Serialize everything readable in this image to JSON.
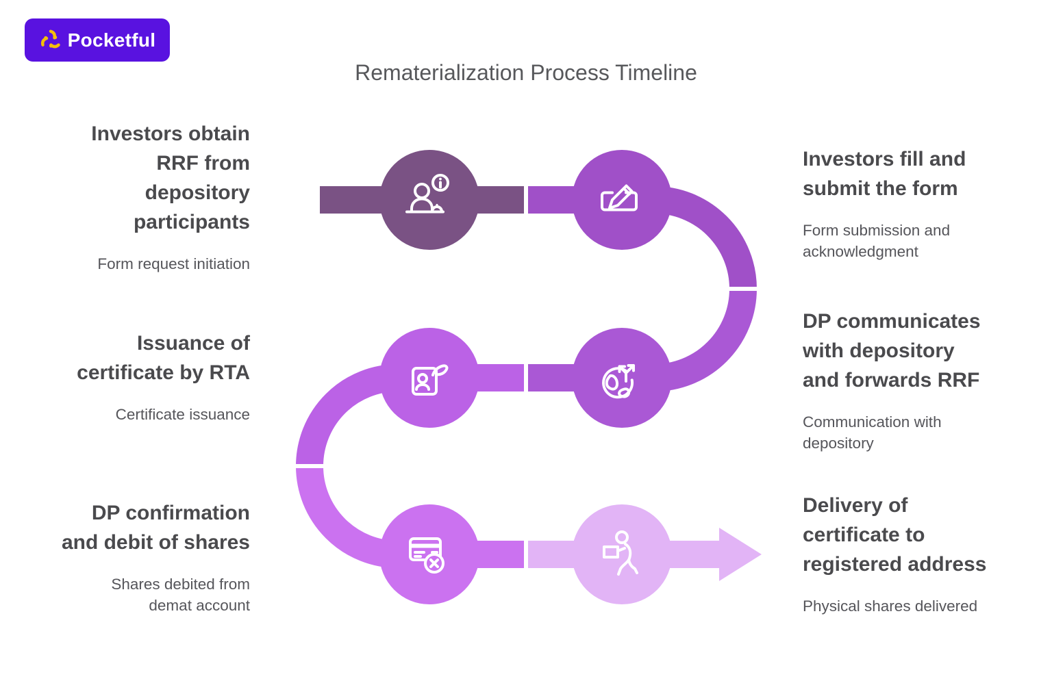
{
  "logo": {
    "text": "Pocketful",
    "bg_color": "#5912E0",
    "icon_color": "#F5BE0B"
  },
  "title": "Rematerialization Process Timeline",
  "steps": [
    {
      "heading": "Investors obtain\nRRF from\ndepository\nparticipants",
      "sub": "Form request initiation",
      "side": "left",
      "color": "#7A5284",
      "icon": "info-desk-icon"
    },
    {
      "heading": "Investors fill and\nsubmit the form",
      "sub": "Form submission and\nacknowledgment",
      "side": "right",
      "color": "#A050C8",
      "icon": "form-edit-icon"
    },
    {
      "heading": "DP communicates\nwith depository\nand forwards RRF",
      "sub": "Communication with\ndepository",
      "side": "right",
      "color": "#AA58D5",
      "icon": "globe-share-icon"
    },
    {
      "heading": "Issuance of\ncertificate by RTA",
      "sub": "Certificate issuance",
      "side": "left",
      "color": "#BB62E6",
      "icon": "id-card-hand-icon"
    },
    {
      "heading": "DP confirmation\nand debit of shares",
      "sub": "Shares debited from\ndemat account",
      "side": "left",
      "color": "#CB72F0",
      "icon": "card-debit-icon"
    },
    {
      "heading": "Delivery of\ncertificate to\nregistered address",
      "sub": "Physical shares delivered",
      "side": "right",
      "color": "#E2B4F6",
      "icon": "delivery-walk-icon"
    }
  ]
}
